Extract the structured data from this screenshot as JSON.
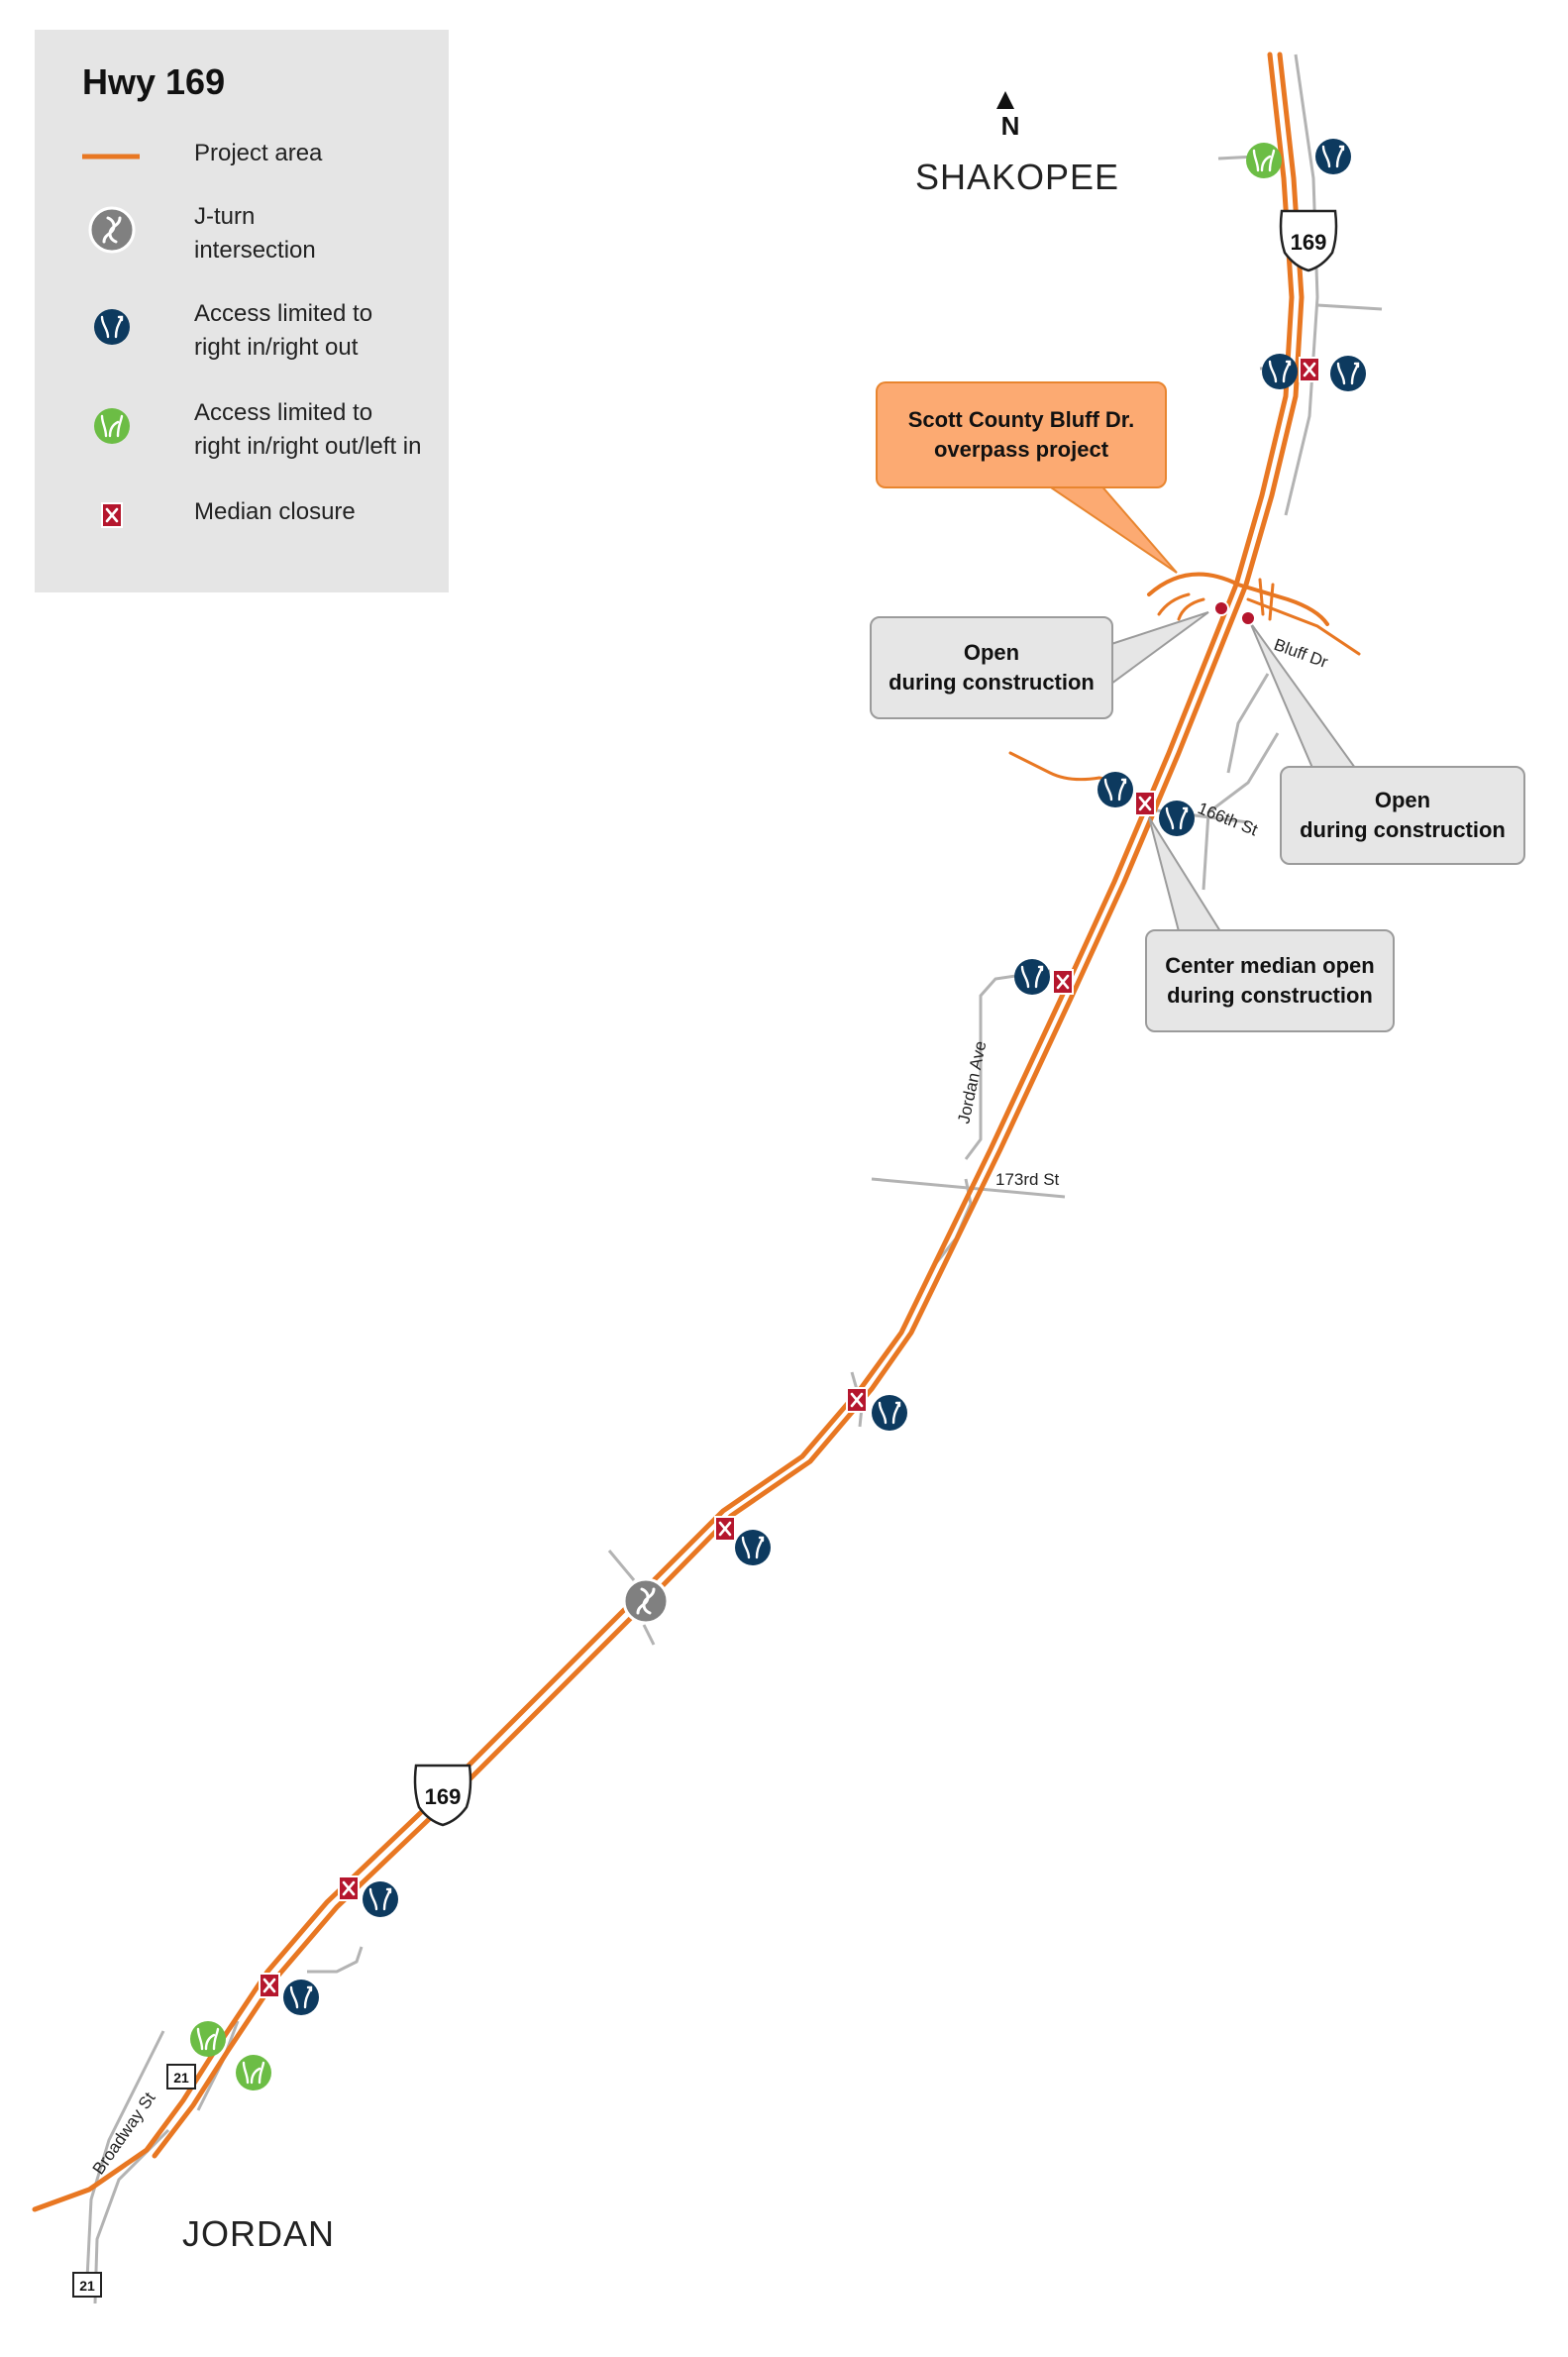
{
  "legend": {
    "title": "Hwy 169",
    "items": [
      {
        "symbol": "orange-line",
        "label_1": "Project area",
        "label_2": ""
      },
      {
        "symbol": "j-turn-icon",
        "label_1": "J-turn",
        "label_2": "intersection"
      },
      {
        "symbol": "right-in-right-out-icon",
        "label_1": "Access limited to",
        "label_2": "right in/right out"
      },
      {
        "symbol": "right-in-right-out-left-in-icon",
        "label_1": "Access limited to",
        "label_2": "right in/right out/left in"
      },
      {
        "symbol": "median-closure-icon",
        "label_1": "Median closure",
        "label_2": ""
      }
    ]
  },
  "places": {
    "north": "SHAKOPEE",
    "south": "JORDAN"
  },
  "north_arrow": "N",
  "shields": {
    "us_169": "169",
    "county_21": "21"
  },
  "roads": {
    "bluff_dr": "Bluff Dr",
    "st_166": "166th St",
    "jordan_ave": "Jordan Ave",
    "st_173": "173rd St",
    "broadway_st": "Broadway St"
  },
  "callouts": {
    "project": {
      "line_1": "Scott County Bluff Dr.",
      "line_2": "overpass project"
    },
    "open_west": {
      "line_1": "Open",
      "line_2": "during construction"
    },
    "open_east": {
      "line_1": "Open",
      "line_2": "during construction"
    },
    "median": {
      "line_1": "Center median open",
      "line_2": "during construction"
    }
  },
  "colors": {
    "project_area": "#e87722",
    "right_in_right_out": "#0d3a5f",
    "left_in": "#6cbd45",
    "j_turn": "#808080",
    "median_closure": "#b5162d",
    "roads": "#b3b3b3",
    "legend_bg": "#e5e5e5"
  }
}
